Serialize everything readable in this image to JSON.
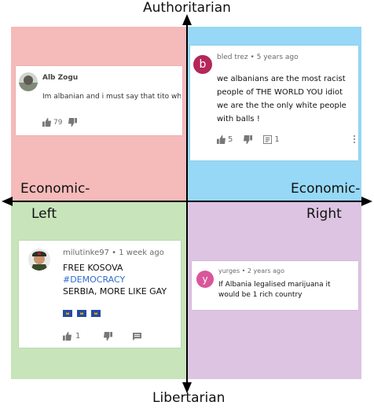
{
  "colors": {
    "authoritarian_left": "#f5baba",
    "authoritarian_right": "#96d8f6",
    "libertarian_left": "#c8e4ba",
    "libertarian_right": "#dcc4e2"
  },
  "axes": {
    "top": "Authoritarian",
    "bottom": "Libertarian",
    "left_line1": "Economic-",
    "left_line2": "Left",
    "right_line1": "Economic-",
    "right_line2": "Right"
  },
  "comments": {
    "alb": {
      "author": "Alb Zogu",
      "text": "Im albanian and i must say that tito whas a hero ...",
      "likes": "79"
    },
    "bled": {
      "avatar_letter": "b",
      "avatar_color": "#b5265a",
      "author_meta": "bled trez • 5 years ago",
      "text": "we albanians are the most racist people of THE WORLD YOU idiot  we are the the only white people with balls !",
      "likes": "5",
      "replies": "1"
    },
    "milu": {
      "author_meta": "milutinke97 • 1 week ago",
      "line1": "FREE KOSOVA",
      "line2": "#DEMOCRACY",
      "line3": "SERBIA, MORE LIKE GAY",
      "likes": "1",
      "link_color": "#2f6ccf"
    },
    "yurges": {
      "avatar_letter": "y",
      "avatar_color": "#d9569a",
      "author_meta": "yurges • 2 years ago",
      "text": "If Albania legalised marijuana it would be 1 rich country"
    }
  }
}
